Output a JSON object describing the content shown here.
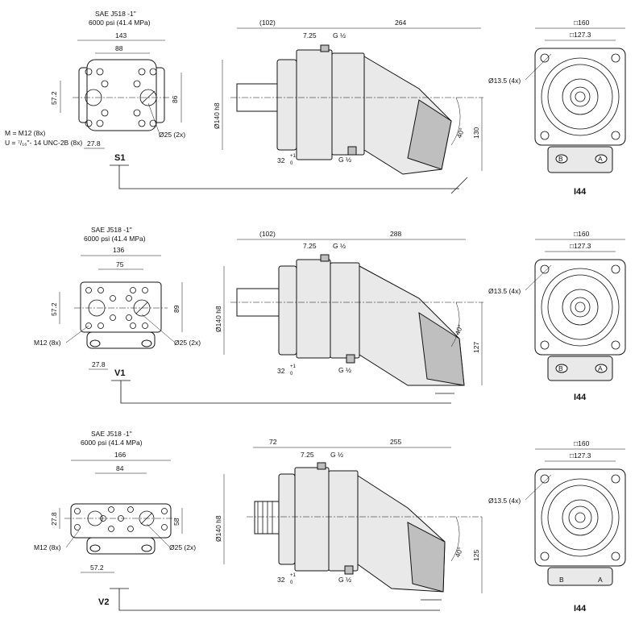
{
  "rows": [
    {
      "id": "S1",
      "port": {
        "title": "SAE J518 -1\"",
        "pressure": "6000 psi  (41.4 MPa)",
        "w_outer": "143",
        "w_inner": "88",
        "h_left": "57.2",
        "h_right": "86",
        "hole_dia": "Ø25 (2x)",
        "offset": "27.8",
        "thread_m": "M = M12 (8x)",
        "thread_u": "U = ⁷/₁₆\"- 14 UNC-2B (8x)"
      },
      "side": {
        "shaft_len": "(102)",
        "flange": "7.25",
        "length": "264",
        "port_top": "G ½",
        "port_bot": "G ½",
        "pilot": "Ø140 h8",
        "tilt": "40°",
        "height": "130",
        "shaft_off": "32",
        "tol_plus": "+1",
        "tol_zero": "0"
      },
      "front": {
        "sq_outer": "□160",
        "sq_inner": "□127.3",
        "bolt": "Ø13.5 (4x)",
        "port_b": "B",
        "port_a": "A",
        "label": "I44"
      }
    },
    {
      "id": "V1",
      "port": {
        "title": "SAE J518 -1\"",
        "pressure": "6000 psi  (41.4 MPa)",
        "w_outer": "136",
        "w_inner": "75",
        "h_left": "57.2",
        "h_right": "89",
        "hole_dia": "Ø25 (2x)",
        "offset": "27.8",
        "thread_m": "M12 (8x)"
      },
      "side": {
        "shaft_len": "(102)",
        "flange": "7.25",
        "length": "288",
        "port_top": "G ½",
        "port_bot": "G ½",
        "pilot": "Ø140 h8",
        "tilt": "40°",
        "height": "127",
        "shaft_off": "32",
        "tol_plus": "+1",
        "tol_zero": "0"
      },
      "front": {
        "sq_outer": "□160",
        "sq_inner": "□127.3",
        "bolt": "Ø13.5 (4x)",
        "port_b": "B",
        "port_a": "A",
        "label": "I44"
      }
    },
    {
      "id": "V2",
      "port": {
        "title": "SAE J518 -1\"",
        "pressure": "6000 psi  (41.4 MPa)",
        "w_outer": "166",
        "w_inner": "84",
        "h_left": "27.8",
        "h_right": "58",
        "hole_dia": "Ø25 (2x)",
        "offset": "57.2",
        "thread_m": "M12 (8x)"
      },
      "side": {
        "shaft_len": "72",
        "flange": "7.25",
        "length": "255",
        "port_top": "G ½",
        "port_bot": "G ½",
        "pilot": "Ø140 h8",
        "tilt": "40°",
        "height": "125",
        "shaft_off": "32",
        "tol_plus": "+1",
        "tol_zero": "0"
      },
      "front": {
        "sq_outer": "□160",
        "sq_inner": "□127.3",
        "bolt": "Ø13.5 (4x)",
        "port_b": "B",
        "port_a": "A",
        "label": "I44"
      }
    }
  ]
}
